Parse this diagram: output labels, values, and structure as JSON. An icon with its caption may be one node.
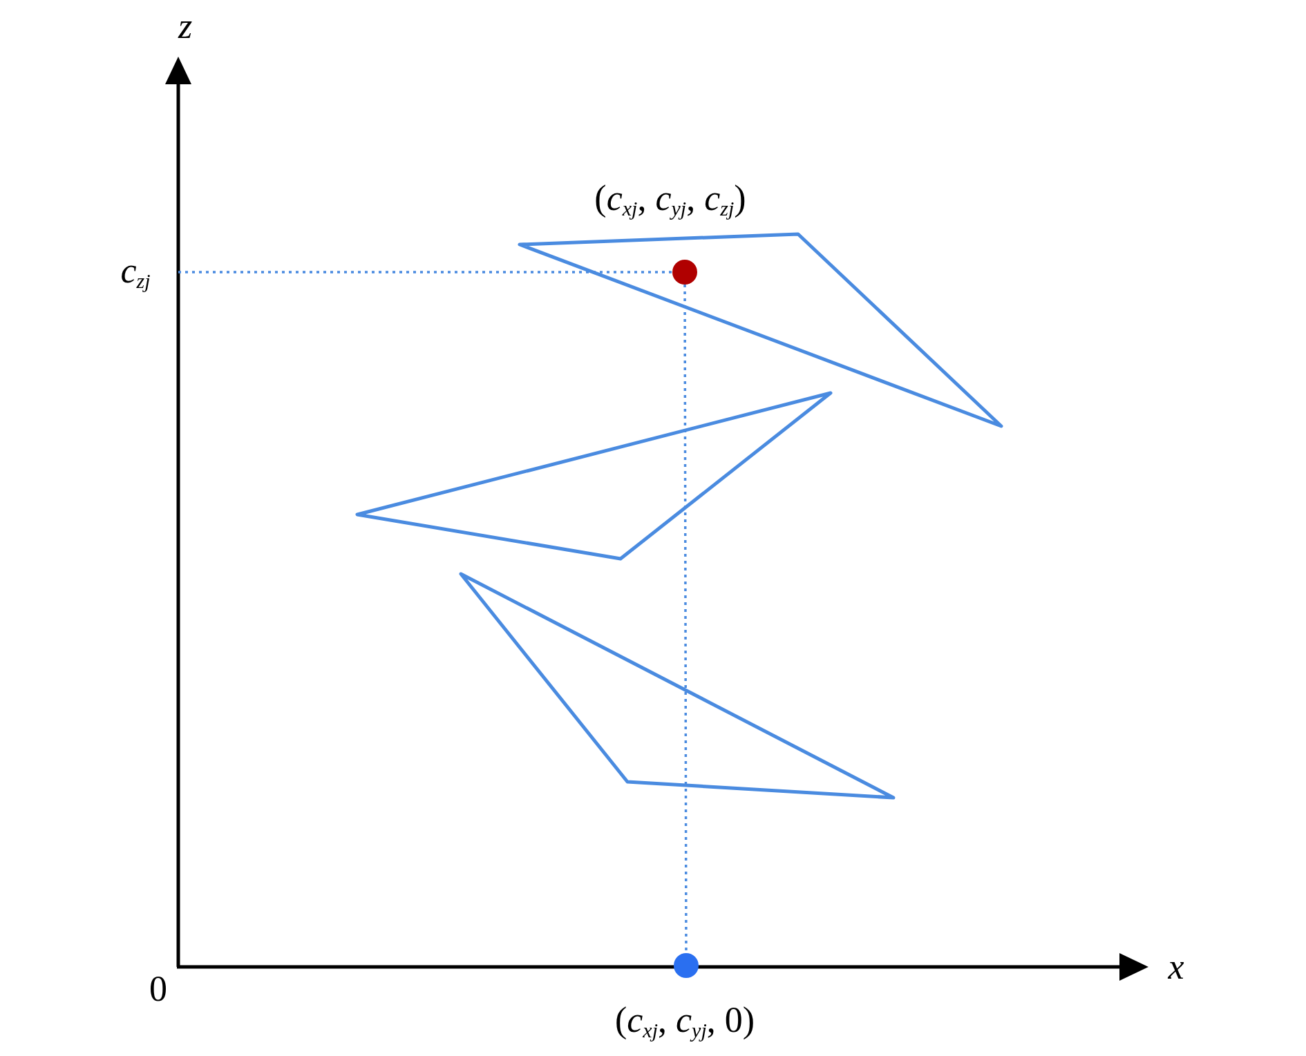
{
  "diagram": {
    "nodes": [
      {
        "text": [],
        "shape": "circle",
        "beside": [
          "(*c*$_{xj}$, *c*$_{yj}$, *c*$_{zj}$)"
        ]
      },
      {
        "text": [],
        "shape": "circle",
        "beside": [
          "(*c*$_{xj}$, *c*$_{yj}$, 0)"
        ]
      }
    ],
    "edges": [
      {
        "from": null,
        "to": 0,
        "arrow": "none",
        "style": "dashed"
      },
      {
        "from": 0,
        "to": 1,
        "arrow": "none",
        "style": "dashed"
      }
    ],
    "labels": [
      "z",
      "c$_{zj}$",
      "0",
      "x"
    ]
  }
}
